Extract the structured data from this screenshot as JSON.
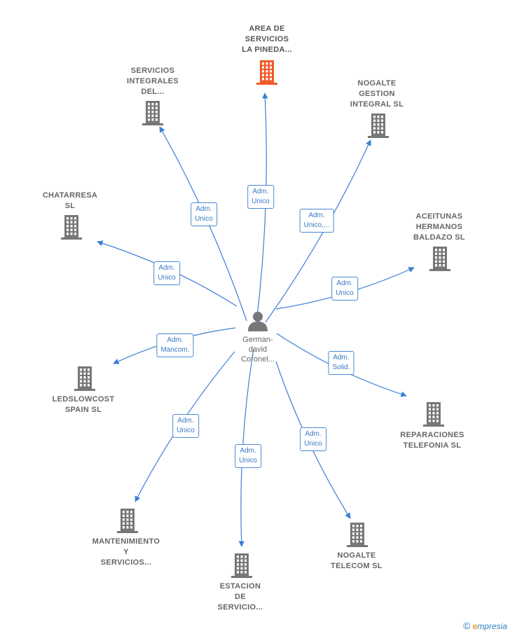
{
  "colors": {
    "edge": "#3a7fd5",
    "building": "#777777",
    "building_highlight": "#f05a28",
    "person": "#777777"
  },
  "center": {
    "lines": [
      "German-",
      "david",
      "Coronel..."
    ],
    "icon": "person-icon"
  },
  "nodes": [
    {
      "id": "area-servicios",
      "lines": [
        "AREA DE",
        "SERVICIOS",
        "LA PINEDA..."
      ],
      "highlight": true,
      "edge": [
        "Adm.",
        "Unico"
      ]
    },
    {
      "id": "servicios-integrales",
      "lines": [
        "SERVICIOS",
        "INTEGRALES",
        "DEL..."
      ],
      "highlight": false,
      "edge": [
        "Adm.",
        "Unico"
      ]
    },
    {
      "id": "nogalte-gestion",
      "lines": [
        "NOGALTE",
        "GESTION",
        "INTEGRAL  SL"
      ],
      "highlight": false,
      "edge": [
        "Adm.",
        "Unico,..."
      ]
    },
    {
      "id": "chatarresa",
      "lines": [
        "CHATARRESA",
        "SL"
      ],
      "highlight": false,
      "edge": [
        "Adm.",
        "Unico"
      ]
    },
    {
      "id": "aceitunas",
      "lines": [
        "ACEITUNAS",
        "HERMANOS",
        "BALDAZO  SL"
      ],
      "highlight": false,
      "edge": [
        "Adm.",
        "Unico"
      ]
    },
    {
      "id": "ledslowcost",
      "lines": [
        "LEDSLOWCOST",
        "SPAIN  SL"
      ],
      "highlight": false,
      "edge": [
        "Adm.",
        "Mancom."
      ]
    },
    {
      "id": "reparaciones",
      "lines": [
        "REPARACIONES",
        "TELEFONIA  SL"
      ],
      "highlight": false,
      "edge": [
        "Adm.",
        "Solid."
      ]
    },
    {
      "id": "mantenimiento",
      "lines": [
        "MANTENIMIENTO",
        "Y",
        "SERVICIOS..."
      ],
      "highlight": false,
      "edge": [
        "Adm.",
        "Unico"
      ]
    },
    {
      "id": "estacion",
      "lines": [
        "ESTACION",
        "DE",
        "SERVICIO..."
      ],
      "highlight": false,
      "edge": [
        "Adm.",
        "Unico"
      ]
    },
    {
      "id": "nogalte-telecom",
      "lines": [
        "NOGALTE",
        "TELECOM  SL"
      ],
      "highlight": false,
      "edge": [
        "Adm.",
        "Unico"
      ]
    }
  ],
  "footer": {
    "copyright": "©",
    "brand_initial": "e",
    "brand_rest": "mpresia"
  }
}
